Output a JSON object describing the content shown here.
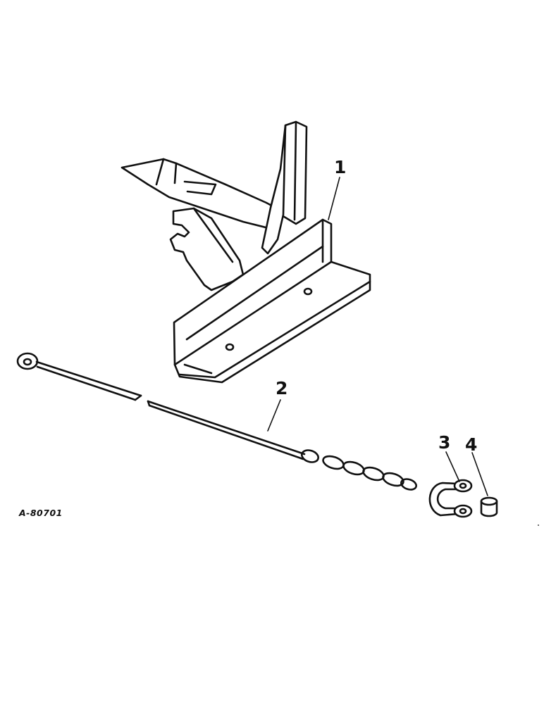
{
  "figure_id": "A-80701",
  "callouts": [
    {
      "label": "1",
      "part": "bracket"
    },
    {
      "label": "2",
      "part": "rod-with-chain"
    },
    {
      "label": "3",
      "part": "clevis"
    },
    {
      "label": "4",
      "part": "spacer"
    }
  ]
}
